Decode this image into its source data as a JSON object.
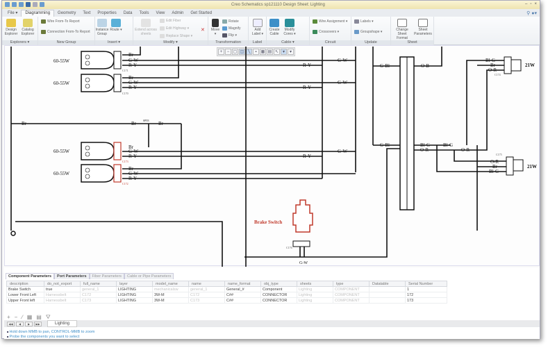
{
  "window": {
    "title": "Creo Schematics sp121110 Design Sheet: Lighting",
    "controls": [
      "–",
      "▫",
      "×"
    ]
  },
  "menu": {
    "file": "File ▾",
    "tabs": [
      "Diagramming",
      "Geometry",
      "Text",
      "Properties",
      "Data",
      "Tools",
      "View",
      "Admin",
      "Get Started"
    ],
    "active_tab": "Diagramming"
  },
  "ribbon": {
    "explorers": {
      "label": "Explorers ▾",
      "design": "Design Explorer",
      "catalog": "Catalog Explorer"
    },
    "new_group": {
      "label": "New Group",
      "wire_report": "Wire From-To Report",
      "conn_report": "Connection From-To Report"
    },
    "insert": {
      "label": "Insert ▾",
      "instance": "Instance Group",
      "route": "Route ▾"
    },
    "modify": {
      "label": "Modify ▾",
      "extend": "Extend across sheets",
      "edit_fiber": "Edit Fiber",
      "edit_highway": "Edit Highway ▾",
      "replace_shape": "Replace Shape ▾"
    },
    "transformation": {
      "label": "Transformation",
      "move": "Move ▾",
      "rotate": "Rotate",
      "magnify": "Magnify",
      "flip": "Flip ▾"
    },
    "label_grp": {
      "label": "Label",
      "add_label": "Add Label ▾"
    },
    "cable": {
      "label": "Cable ▾",
      "create": "Create Cable",
      "modify_cores": "Modify Cores ▾"
    },
    "circuit": {
      "label": "Circuit",
      "wire_assignment": "Wire Assignment ▾",
      "crossovers": "Crossovers ▾"
    },
    "update": {
      "label": "Update",
      "labels": "Labels ▾",
      "groupshape": "Groupshape ▾"
    },
    "sheet": {
      "label": "Sheet",
      "change_format": "Change Sheet Format",
      "parameters": "Sheet Parameters"
    }
  },
  "schematic": {
    "lamp_rating": "60-55W",
    "lamp_wires": [
      "Br",
      "G-W",
      "R-Y"
    ],
    "connectors": [
      "C171",
      "C170",
      "C173",
      "C172",
      "C174",
      "C175",
      "C176"
    ],
    "wires": {
      "br": "Br",
      "gw": "G-W",
      "ry": "R-Y",
      "gbl": "G-Bl",
      "ob": "O-B",
      "blg": "Bl-G",
      "or": "O-R"
    },
    "splice": "SP03",
    "rear_rating": "21W",
    "brake_switch": "Brake Switch",
    "accent_color": "#c0392b"
  },
  "panel": {
    "tabs": [
      "Component Parameters",
      "Port Parameters",
      "Fiber Parameters",
      "Cable or Pipe Parameters"
    ],
    "columns": [
      "description",
      "do_not_export",
      "full_name",
      "layer",
      "model_name",
      "name",
      "name_format",
      "obj_type",
      "sheets",
      "type",
      "Datatable",
      "Serial Number"
    ],
    "rows": [
      [
        "Brake Switch",
        "true",
        "general_1",
        "LIGHTING",
        "mechanicalsw",
        "general_1",
        "General_#",
        "Component",
        "Lighting",
        "COMPONENT",
        "",
        "1"
      ],
      [
        "Lower Front Left",
        "Harnessbelt",
        "C172",
        "LIGHTING",
        "3W-M",
        "C172",
        "C##",
        "CONNECTOR",
        "Lighting",
        "COMPONENT",
        "",
        "172"
      ],
      [
        "Upper Front left",
        "Harnessbelt",
        "C173",
        "LIGHTING",
        "3W-M",
        "C173",
        "C##",
        "CONNECTOR",
        "Lighting",
        "COMPONENT",
        "",
        "173"
      ]
    ],
    "sheet_tab": "Lighting",
    "messages": [
      "Hold down MMB to pan, CONTROL-MMB to zoom",
      "Probe the components you want to select"
    ]
  }
}
